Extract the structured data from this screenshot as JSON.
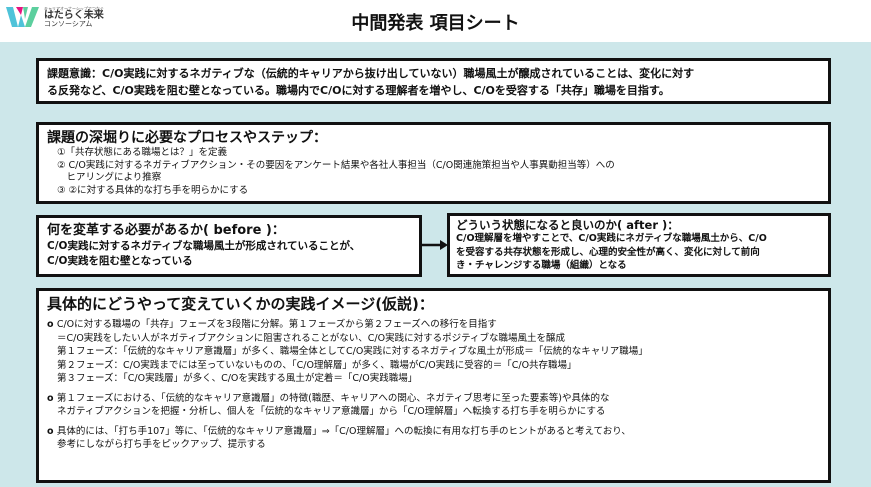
{
  "logo": {
    "tagline": "キャリアオーナーシップでつなぐ",
    "name": "はたらく未来",
    "sub": "コンソーシアム"
  },
  "title": "中間発表 項目シート",
  "issue": {
    "lines": [
      "課題意識：C/O実践に対するネガティブな（伝統的キャリアから抜け出していない）職場風土が醸成されていることは、変化に対す",
      "る反発など、C/O実践を阻む壁となっている。職場内でC/Oに対する理解者を増やし、C/Oを受容する「共存」職場を目指す。"
    ]
  },
  "process": {
    "heading": "課題の深堀りに必要なプロセスやステップ：",
    "items": [
      "①「共存状態にある職場とは？」を定義",
      "② C/O実践に対するネガティブアクション・その要因をアンケート結果や各社人事担当（C/O関連施策担当や人事異動担当等）への",
      "　ヒアリングにより推察",
      "③ ②に対する具体的な打ち手を明らかにする"
    ]
  },
  "before": {
    "heading": "何を変革する必要があるか( before )：",
    "lines": [
      "C/O実践に対するネガティブな職場風土が形成されていることが、",
      "C/O実践を阻む壁となっている"
    ]
  },
  "after": {
    "heading": "どういう状態になると良いのか( after )：",
    "lines": [
      "C/O理解層を増やすことで、C/O実践にネガティブな職場風土から、C/O",
      "を受容する共存状態を形成し、心理的安全性が高く、変化に対して前向",
      "き・チャレンジする職場（組織）となる"
    ]
  },
  "practice": {
    "heading": "具体的にどうやって変えていくかの実践イメージ(仮説)：",
    "bullets": [
      [
        "C/Oに対する職場の「共存」フェーズを3段階に分解。第１フェーズから第２フェーズへの移行を目指す",
        "＝C/O実践をしたい人がネガティブアクションに阻害されることがない、C/O実践に対するポジティブな職場風土を醸成",
        "第１フェーズ：「伝統的なキャリア意識層」が多く、職場全体としてC/O実践に対するネガティブな風土が形成＝「伝統的なキャリア職場」",
        "第２フェーズ：C/O実践までには至っていないものの、「C/O理解層」が多く、職場がC/O実践に受容的＝「C/O共存職場」",
        "第３フェーズ：「C/O実践層」が多く、C/Oを実践する風土が定着＝「C/O実践職場」"
      ],
      [
        "第１フェーズにおける、「伝統的なキャリア意識層」の特徴(職歴、キャリアへの関心、ネガティブ思考に至った要素等)や具体的な",
        "ネガティブアクションを把握・分析し、個人を「伝統的なキャリア意識層」から「C/O理解層」へ転換する打ち手を明らかにする"
      ],
      [
        "具体的には、「打ち手107」等に、「伝統的なキャリア意識層」⇒「C/O理解層」への転換に有用な打ち手のヒントがあると考えており、",
        "参考にしながら打ち手をピックアップ、提示する"
      ]
    ]
  }
}
